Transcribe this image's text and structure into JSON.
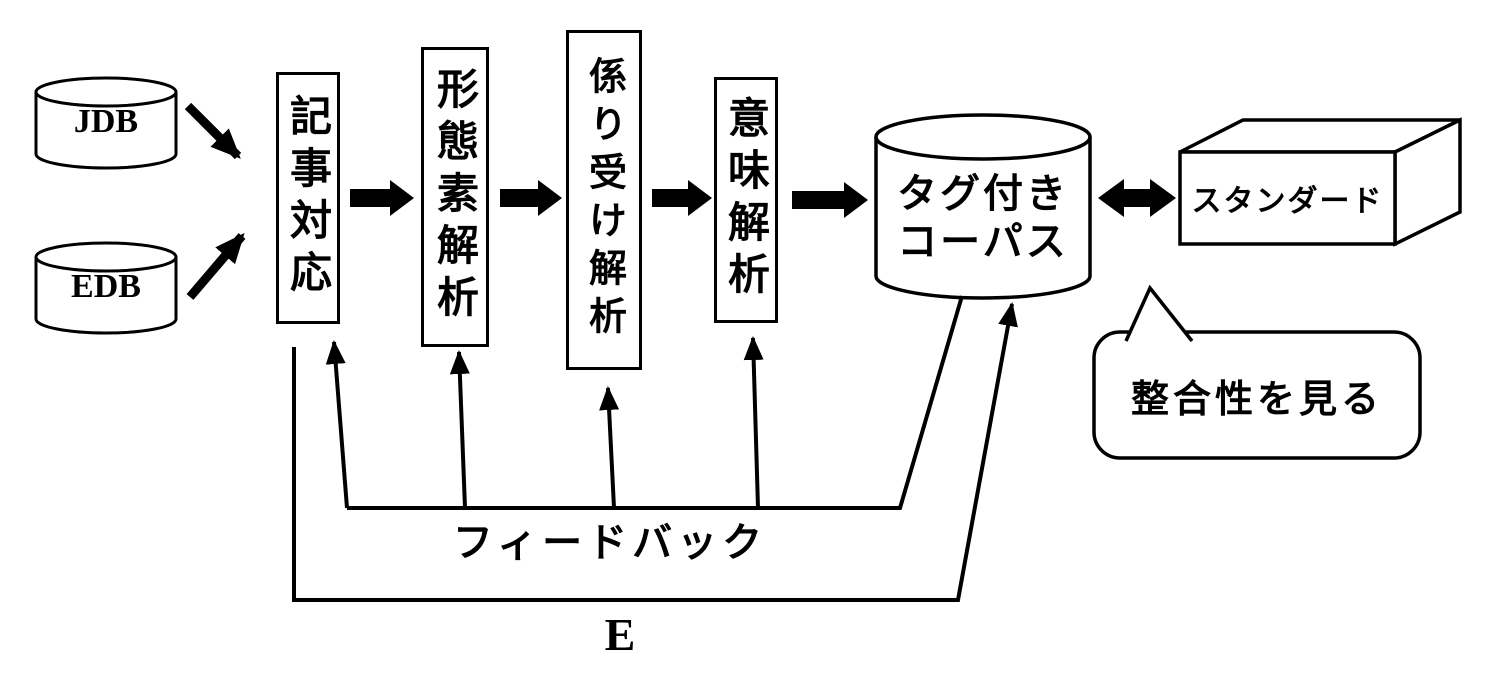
{
  "diagram": {
    "background": "#ffffff",
    "stroke_color": "#000000",
    "databases": [
      {
        "label": "JDB"
      },
      {
        "label": "EDB"
      }
    ],
    "stages": [
      {
        "label": "記事対応"
      },
      {
        "label": "形態素解析"
      },
      {
        "label": "係り受け解析"
      },
      {
        "label": "意味解析"
      }
    ],
    "corpus": {
      "line1": "タグ付き",
      "line2": "コーパス"
    },
    "standard": {
      "label": "スタンダード"
    },
    "bubble": {
      "label": "整合性を見る"
    },
    "feedback_label": "フィードバック",
    "e_label": "E"
  }
}
